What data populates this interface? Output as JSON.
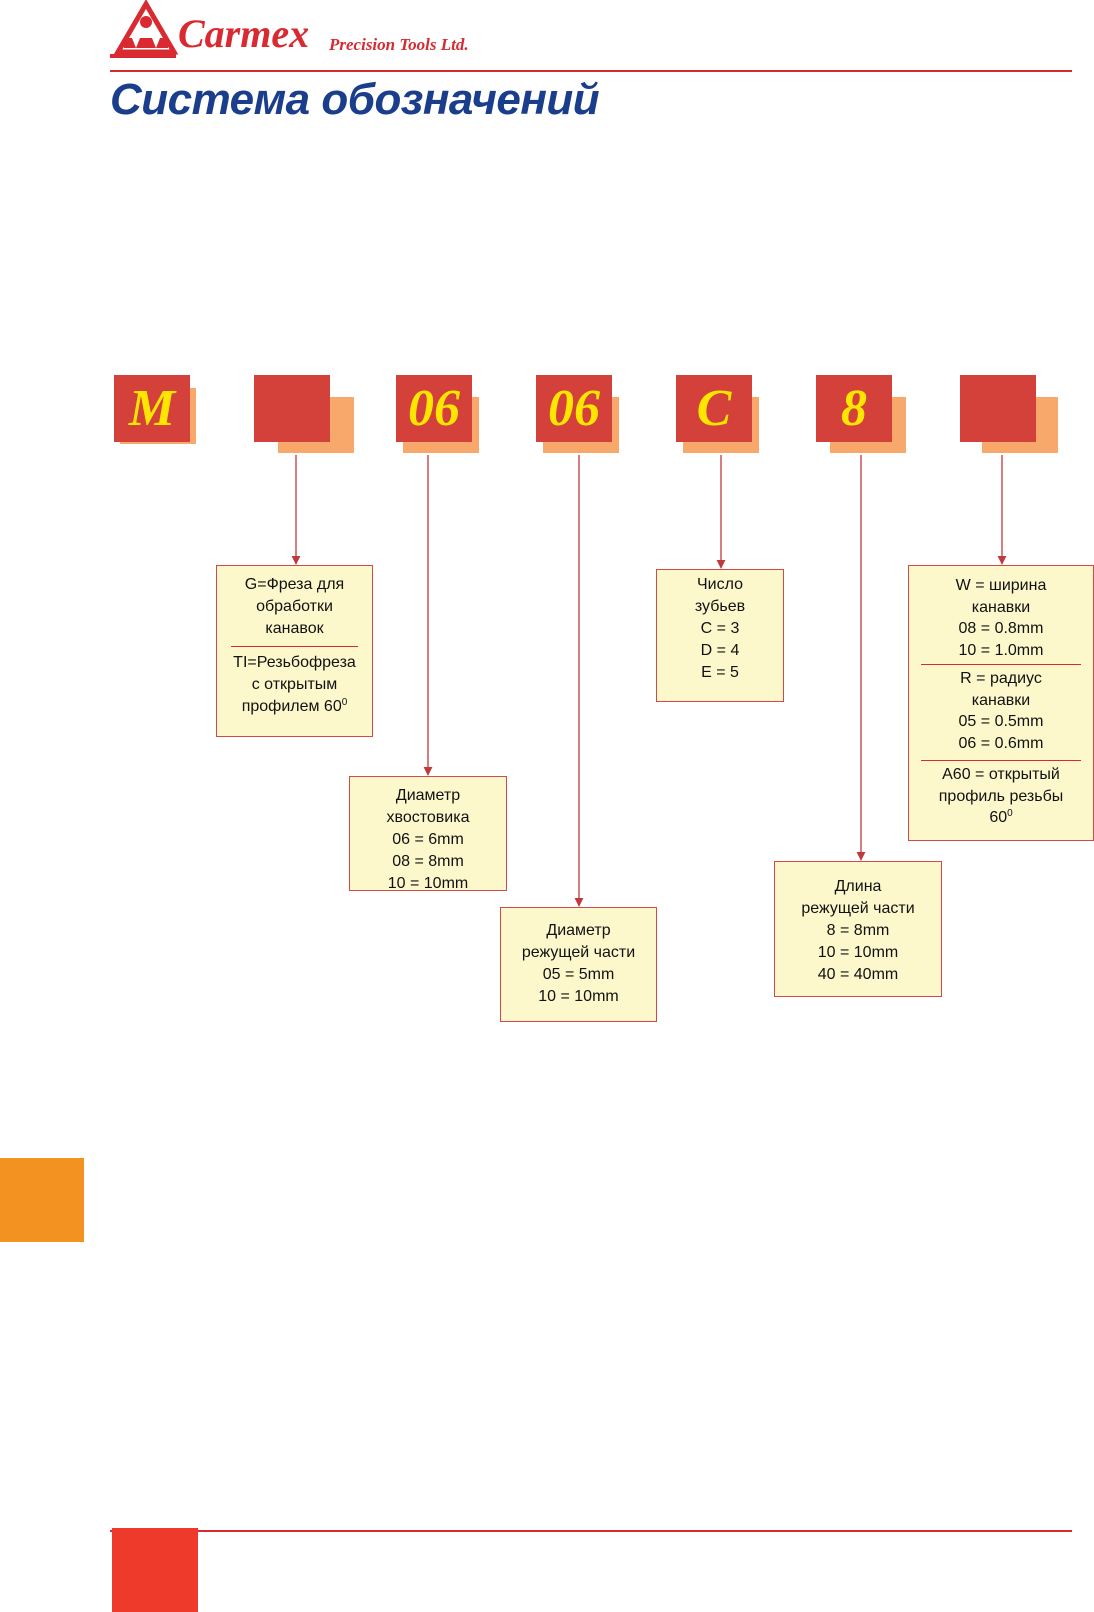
{
  "header": {
    "brand": "Carmex",
    "brand_sub": "Precision Tools Ltd.",
    "title": "Система обозначений"
  },
  "colors": {
    "brand_red": "#d82a30",
    "title_blue": "#1a3e8c",
    "block_red": "#d4403a",
    "block_shadow": "#f8a86a",
    "block_text": "#ffe600",
    "box_fill": "#fdf8cc",
    "side_tab": "#f39221"
  },
  "code_segments": [
    {
      "id": "series",
      "label": "M"
    },
    {
      "id": "type",
      "label": ""
    },
    {
      "id": "shank",
      "label": "06"
    },
    {
      "id": "cut-diameter",
      "label": "06"
    },
    {
      "id": "teeth",
      "label": "C"
    },
    {
      "id": "cut-length",
      "label": "8"
    },
    {
      "id": "profile",
      "label": ""
    }
  ],
  "boxes": {
    "type": {
      "group1": [
        "G=Фреза для",
        "обработки",
        "канавок"
      ],
      "group2": [
        "TI=Резьбофреза",
        "с открытым",
        "профилем 60"
      ],
      "degree": "0"
    },
    "shank": [
      "Диаметр",
      "хвостовика",
      "06 = 6mm",
      "08 = 8mm",
      "10 = 10mm"
    ],
    "cut_diameter": [
      "Диаметр",
      "режущей части",
      "05 = 5mm",
      "10 = 10mm"
    ],
    "teeth": [
      "Число",
      "зубьев",
      "C = 3",
      "D = 4",
      "E = 5"
    ],
    "cut_length": [
      "Длина",
      "режущей части",
      "8 = 8mm",
      "10 = 10mm",
      "40 = 40mm"
    ],
    "profile": {
      "group1": [
        "W = ширина",
        "канавки",
        "08 = 0.8mm",
        "10 = 1.0mm"
      ],
      "group2": [
        "R = радиус",
        "канавки",
        "05 = 0.5mm",
        "06 = 0.6mm"
      ],
      "group3": [
        "A60 = открытый",
        "профиль резьбы",
        "60"
      ],
      "degree": "0"
    }
  }
}
